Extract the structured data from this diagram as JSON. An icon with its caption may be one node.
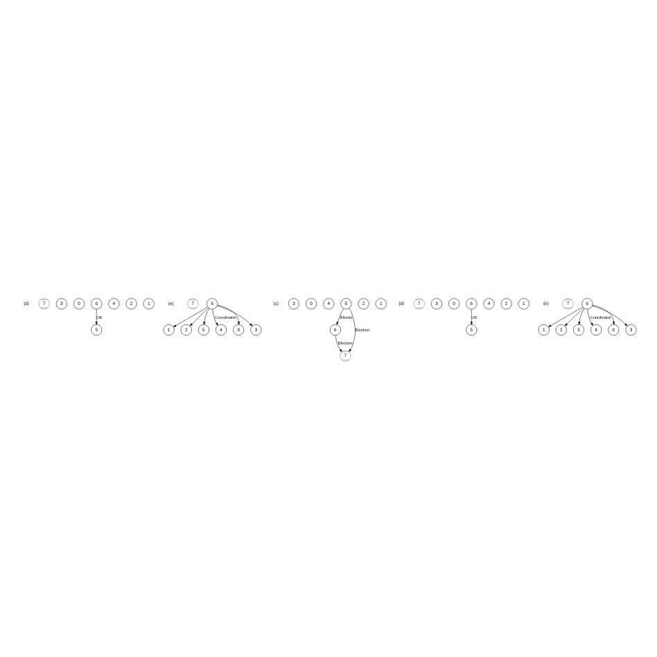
{
  "diagram": {
    "nodes": [
      {
        "text": [
          "1"
        ]
      },
      {
        "text": [
          "2"
        ]
      },
      {
        "text": [
          "5"
        ]
      },
      {
        "text": [
          "4"
        ]
      },
      {
        "text": [
          "6"
        ]
      },
      {
        "text": [
          "0"
        ]
      },
      {
        "text": [
          "3"
        ]
      },
      {
        "text": [
          "7"
        ]
      },
      {
        "text": [
          "1"
        ]
      },
      {
        "text": [
          "2"
        ]
      },
      {
        "text": [
          "5"
        ]
      },
      {
        "text": [
          "4"
        ]
      },
      {
        "text": [
          "6"
        ]
      },
      {
        "text": [
          "0"
        ]
      },
      {
        "text": [
          "3"
        ]
      },
      {
        "text": [
          "7"
        ]
      },
      {
        "text": [
          "1"
        ]
      },
      {
        "text": [
          "2"
        ]
      },
      {
        "text": [
          "5"
        ]
      },
      {
        "text": [
          "4"
        ]
      },
      {
        "text": [
          "6"
        ]
      },
      {
        "text": [
          "0"
        ]
      },
      {
        "text": [
          "3"
        ]
      },
      {
        "text": [
          "7"
        ]
      },
      {
        "text": [
          "1"
        ]
      },
      {
        "text": [
          "2"
        ]
      },
      {
        "text": [
          "5"
        ]
      },
      {
        "text": [
          "4"
        ]
      },
      {
        "text": [
          "6"
        ]
      },
      {
        "text": [
          "0"
        ]
      },
      {
        "text": [
          "3"
        ]
      },
      {
        "text": [
          "7"
        ]
      },
      {
        "text": [
          "1"
        ]
      },
      {
        "text": [
          "2"
        ]
      },
      {
        "text": [
          "5"
        ]
      },
      {
        "text": [
          "4"
        ]
      },
      {
        "text": [
          "6"
        ]
      },
      {
        "text": [
          "0"
        ]
      },
      {
        "text": [
          "3"
        ]
      },
      {
        "text": [
          "7"
        ]
      }
    ],
    "edges": [
      {
        "from": 4,
        "to": 2,
        "arrow": "to",
        "label": "OK"
      },
      {
        "from": 12,
        "to": 8,
        "arrow": "to"
      },
      {
        "from": 12,
        "to": 9,
        "arrow": "to"
      },
      {
        "from": 12,
        "to": 10,
        "arrow": "to"
      },
      {
        "from": 12,
        "to": 11,
        "arrow": "to",
        "label": "Coordinator"
      },
      {
        "from": 12,
        "to": 13,
        "arrow": "to"
      },
      {
        "from": 12,
        "to": 14,
        "arrow": "to"
      },
      {
        "from": 18,
        "to": 20,
        "arrow": "to",
        "label": "Electio"
      },
      {
        "from": 18,
        "to": 23,
        "arrow": "to",
        "label": "Election"
      },
      {
        "from": 20,
        "to": 23,
        "arrow": "to",
        "label": "Election"
      },
      {
        "from": 28,
        "to": 26,
        "arrow": "to",
        "label": "OK"
      },
      {
        "from": 36,
        "to": 32,
        "arrow": "to"
      },
      {
        "from": 36,
        "to": 33,
        "arrow": "to"
      },
      {
        "from": 36,
        "to": 34,
        "arrow": "to"
      },
      {
        "from": 36,
        "to": 35,
        "arrow": "to",
        "label": "Coordinator"
      },
      {
        "from": 36,
        "to": 37,
        "arrow": "to"
      },
      {
        "from": 36,
        "to": 38,
        "arrow": "to"
      }
    ],
    "labels": [
      "(d)",
      "(e)",
      "(c)",
      "(d)",
      "(e)"
    ]
  }
}
